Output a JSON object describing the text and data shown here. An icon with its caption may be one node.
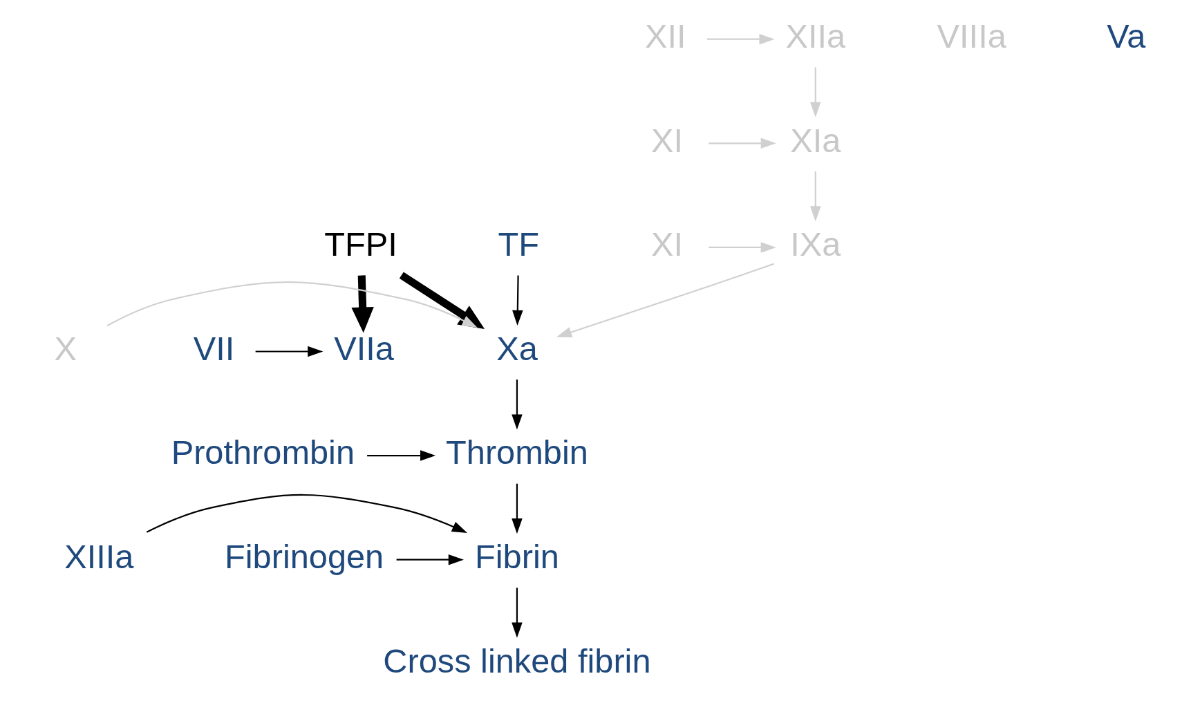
{
  "diagram": {
    "nodes": [
      {
        "text": [
          "XII"
        ]
      },
      {
        "text": [
          "XIIa"
        ]
      },
      {
        "text": [
          "XI"
        ]
      },
      {
        "text": [
          "XIa"
        ]
      },
      {
        "text": [
          "VIIa"
        ]
      },
      {
        "text": [
          "VII"
        ]
      },
      {
        "text": [
          "TF"
        ]
      },
      {
        "text": [
          "XI"
        ]
      },
      {
        "text": [
          "IXa"
        ]
      },
      {
        "text": [
          "TFPI"
        ]
      },
      {
        "text": [
          "X"
        ]
      },
      {
        "text": [
          "Xa"
        ]
      },
      {
        "text": [
          "Prothrombin"
        ]
      },
      {
        "text": [
          "Thrombin"
        ]
      },
      {
        "text": [
          "Fibrinogen"
        ]
      },
      {
        "text": [
          "Fibrin"
        ]
      },
      {
        "text": [
          "XIIIa"
        ]
      },
      {
        "text": [
          "Cross linked fibrin"
        ]
      }
    ],
    "edges": [
      {
        "from": 0,
        "to": 1,
        "arrow": "to",
        "color": "#d0d0d0"
      },
      {
        "from": 1,
        "to": 3,
        "arrow": "to",
        "color": "#d0d0d0"
      },
      {
        "from": 2,
        "to": 3,
        "arrow": "to",
        "color": "#d0d0d0"
      },
      {
        "from": 3,
        "to": 8,
        "arrow": "to",
        "color": "#d0d0d0"
      },
      {
        "from": 7,
        "to": 8,
        "arrow": "to",
        "color": "#d0d0d0"
      },
      {
        "from": 8,
        "to": 11,
        "arrow": "to",
        "color": "#d0d0d0"
      },
      {
        "from": 10,
        "to": 11,
        "arrow": "to",
        "color": "#d0d0d0"
      },
      {
        "from": 5,
        "to": 4,
        "arrow": "to"
      },
      {
        "from": 6,
        "to": 11,
        "arrow": "to"
      },
      {
        "from": 9,
        "to": 4,
        "arrow": "to",
        "style": "thick"
      },
      {
        "from": 9,
        "to": 11,
        "arrow": "to",
        "style": "thick"
      },
      {
        "from": 11,
        "to": 13,
        "arrow": "to"
      },
      {
        "from": 12,
        "to": 13,
        "arrow": "to"
      },
      {
        "from": 13,
        "to": 15,
        "arrow": "to"
      },
      {
        "from": 14,
        "to": 15,
        "arrow": "to"
      },
      {
        "from": 16,
        "to": 15,
        "arrow": "to"
      },
      {
        "from": 15,
        "to": 17,
        "arrow": "to"
      }
    ],
    "labels": [
      "VIIIa",
      "Va"
    ]
  }
}
